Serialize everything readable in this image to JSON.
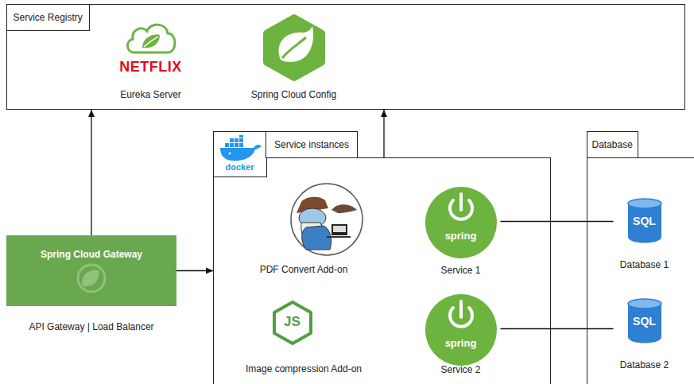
{
  "diagram": {
    "nodes": [
      {
        "text": [
          "Service Registry"
        ]
      },
      {
        "text": [
          "NETFLIX",
          "Eureka Server"
        ],
        "in": 0
      },
      {
        "text": [
          "Spring Cloud Config"
        ],
        "in": 0
      },
      {
        "text": [
          "Spring Cloud Gateway",
          "API Gateway | Load Balancer"
        ]
      },
      {
        "text": [
          "docker",
          "Service instances"
        ]
      },
      {
        "text": [
          "PDF Convert Add-on"
        ],
        "in": 4
      },
      {
        "text": [
          "spring",
          "Service 1"
        ],
        "in": 4
      },
      {
        "text": [
          "JS",
          "Image compression Add-on"
        ],
        "in": 4
      },
      {
        "text": [
          "spring",
          "Service 2"
        ],
        "in": 4
      },
      {
        "text": [
          "Database"
        ]
      },
      {
        "text": [
          "SQL",
          "Database 1"
        ],
        "in": 9
      },
      {
        "text": [
          "SQL",
          "Database 2"
        ],
        "in": 9
      }
    ],
    "edges": [
      {
        "from": 3,
        "to": 0,
        "arrow": "to"
      },
      {
        "from": 3,
        "to": 4,
        "arrow": "to"
      },
      {
        "from": 4,
        "to": 0,
        "arrow": "to"
      },
      {
        "from": 6,
        "to": 10,
        "arrow": "none"
      },
      {
        "from": 8,
        "to": 11,
        "arrow": "none"
      }
    ]
  }
}
